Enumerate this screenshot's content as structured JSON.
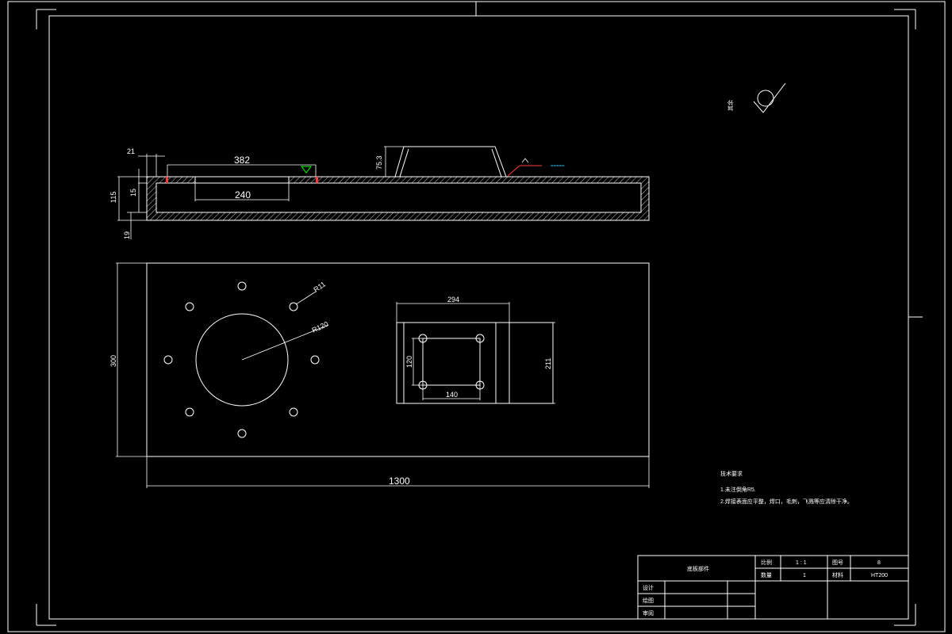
{
  "colors": {
    "background": "#000000",
    "line": "#ffffff",
    "weld_symbol": "#00ff00",
    "hatch": "#ffffff",
    "marker_red": "#ff3b3b",
    "callout_cyan": "#33ccff"
  },
  "dimensions": {
    "d21": "21",
    "d382": "382",
    "d75_3": "75.3",
    "d240": "240",
    "d115": "115",
    "d15": "15",
    "d19": "19",
    "d300": "300",
    "d1300": "1300",
    "r11": "R11",
    "r120": "R120",
    "d294": "294",
    "d211": "211",
    "d120": "120",
    "d140": "140"
  },
  "surface_symbol": {
    "label": "其余"
  },
  "notes": {
    "heading": "技术要求",
    "line1": "1.未注倒角R5.",
    "line2": "2.焊接表面应平整，焊口，毛刺，飞溅等应清除干净。"
  },
  "title_block": {
    "part_name": "底板部件",
    "scale_label": "比例",
    "scale_value": "1 : 1",
    "drawing_no_label": "图号",
    "drawing_no_value": "8",
    "quantity_label": "数量",
    "quantity_value": "1",
    "material_label": "材料",
    "material_value": "HT200",
    "designer_label": "设计",
    "drafter_label": "绘图",
    "reviewer_label": "审阅"
  }
}
